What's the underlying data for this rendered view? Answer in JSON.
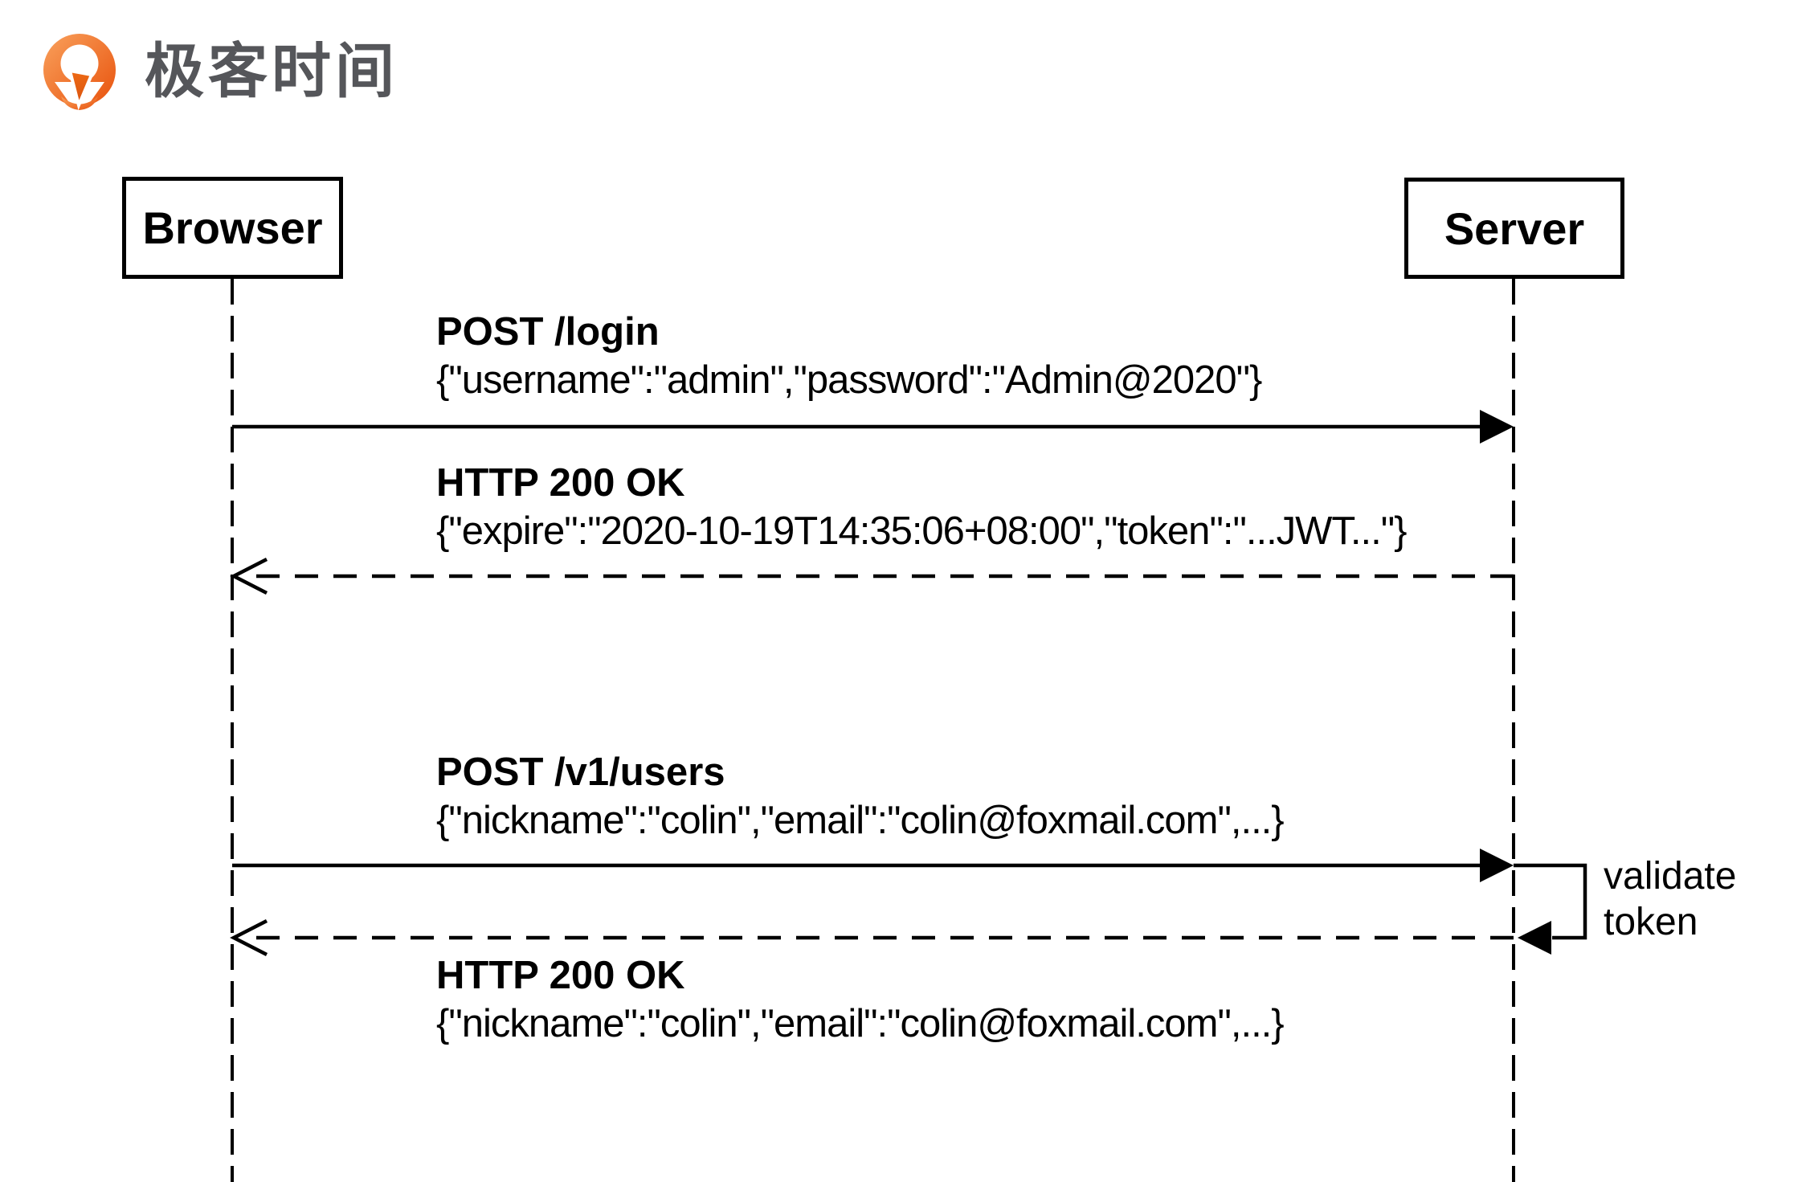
{
  "logo": {
    "brand_text": "极客时间",
    "icon": "geektime-q-compass-icon"
  },
  "colors": {
    "diagram_ink": "#000000",
    "background": "#FFFFFF",
    "logo_text_gray": "#55565A",
    "logo_orange_light": "#F9A15C",
    "logo_orange_dark": "#E8520D",
    "logo_needle_orange": "#D9520E"
  },
  "diagram": {
    "actors": [
      {
        "name": "Browser"
      },
      {
        "name": "Server"
      }
    ],
    "messages": [
      {
        "title": "POST /login",
        "body": "{\"username\":\"admin\",\"password\":\"Admin@2020\"}",
        "from": "Browser",
        "to": "Server",
        "line_style": "solid"
      },
      {
        "title": "HTTP 200 OK",
        "body": "{\"expire\":\"2020-10-19T14:35:06+08:00\",\"token\":\"...JWT...\"}",
        "from": "Server",
        "to": "Browser",
        "line_style": "dashed"
      },
      {
        "title": "POST /v1/users",
        "body": "{\"nickname\":\"colin\",\"email\":\"colin@foxmail.com\",...}",
        "from": "Browser",
        "to": "Server",
        "line_style": "solid"
      },
      {
        "title": "HTTP 200 OK",
        "body": "{\"nickname\":\"colin\",\"email\":\"colin@foxmail.com\",...}",
        "from": "Server",
        "to": "Browser",
        "line_style": "dashed"
      }
    ],
    "self_note": {
      "line1": "validate",
      "line2": "token",
      "actor": "Server"
    }
  }
}
